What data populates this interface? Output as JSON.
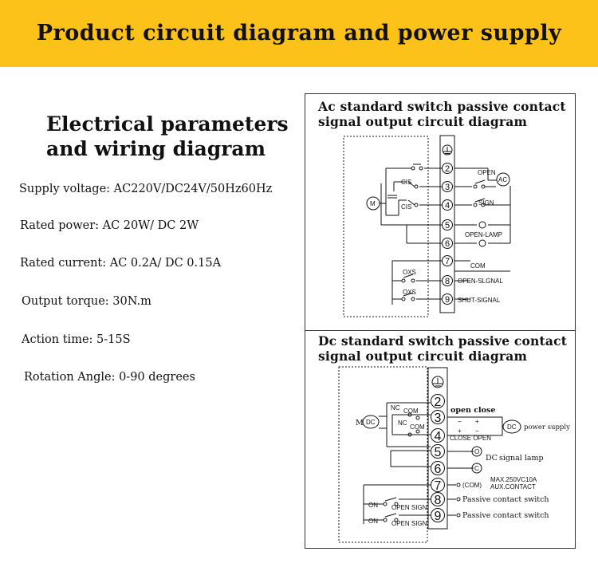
{
  "banner": {
    "title": "Product circuit diagram and power supply"
  },
  "params": {
    "title_line1": "Electrical parameters",
    "title_line2": "and wiring diagram",
    "items": [
      "Supply voltage: AC220V/DC24V/50Hz60Hz",
      "Rated power: AC 20W/ DC 2W",
      "Rated current: AC 0.2A/ DC 0.15A",
      "Output torque: 30N.m",
      "Action time: 5-15S",
      "Rotation Angle: 0-90 degrees"
    ]
  },
  "ac_diagram": {
    "title_line1": "Ac standard switch passive contact",
    "title_line2": "signal output circuit diagram",
    "terminals": [
      "2",
      "3",
      "4",
      "5",
      "6",
      "7",
      "8",
      "9"
    ],
    "labels": {
      "open": "OPEN",
      "sign": "SIGN",
      "ac": "AC",
      "motor": "M",
      "cis1": "CIS",
      "cis2": "CIS",
      "open_lamp": "OPEN-LAMP",
      "com": "COM",
      "oxs1": "OXS",
      "oxs2": "OXS",
      "open_signal": "OPEN-SLGNAL",
      "shut_signal": "SHUT-SIGNAL"
    }
  },
  "dc_diagram": {
    "title_line1": "Dc standard switch passive contact",
    "title_line2": "signal output circuit diagram",
    "terminals": [
      "2",
      "3",
      "4",
      "5",
      "6",
      "7",
      "8",
      "9"
    ],
    "labels": {
      "open_close": "open close",
      "minus1": "−",
      "plus1": "+",
      "plus2": "+",
      "minus2": "−",
      "close_open": "CLOSE OPEN",
      "dc1": "DC",
      "power_supply": "power supply",
      "lamp_o": "O",
      "lamp_c": "C",
      "dc2": "DC",
      "signal_lamp": "signal lamp",
      "com": "(COM)",
      "max_rating": "MAX.250VC10A",
      "aux_contact": "AUX.CONTACT",
      "passive1": "Passive contact switch",
      "passive2": "Passive contact switch",
      "nc1": "NC",
      "com1": "COM",
      "nc2": "NC",
      "com2": "COM",
      "motor": "M",
      "motor_dc": "DC",
      "on1": "ON",
      "open_sign1": "OPEN SIGN",
      "on2": "ON",
      "open_sign2": "OPEN SIGN"
    }
  }
}
